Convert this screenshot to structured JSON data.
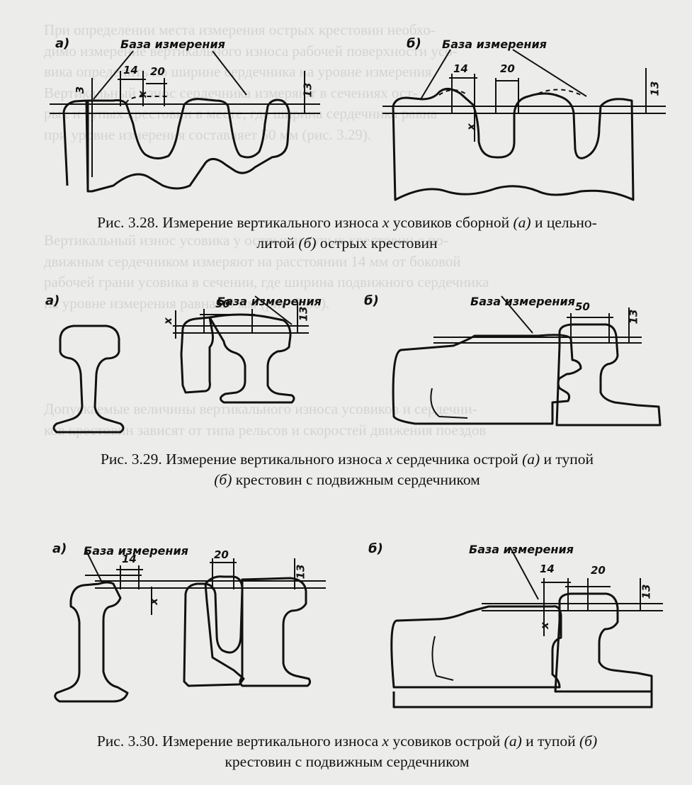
{
  "background_text": [
    "При определении места измерения острых крестовин необхо-",
    "димо измерение вертикального износа рабочей поверхности усо-",
    "вика определить по ширине сердечника на уровне измерения",
    "Вертикальный износ сердечника измеряют в сечениях ост-",
    "рых и тупых крестовин в месте, где ширина сердечника равна",
    "при уровне измерения составляет 50 мм (рис. 3.29).",
    "Вертикальный износ усовика у острых и тупых крестовин с по-",
    "движным сердечником измеряют на расстоянии 14 мм от боковой",
    "рабочей грани усовика в сечении, где ширина подвижного сердечника",
    "на уровне измерения равна 20 мм (рис. 3.30).",
    "Допускаемые величины вертикального износа усовиков и сердечни-",
    "ков крестовин зависят от типа рельсов и скоростей движения поездов"
  ],
  "figures": [
    {
      "panel_a": "а)",
      "panel_b": "б)",
      "base_a": "База измерения",
      "base_b": "База измерения",
      "dims_a": {
        "d1": "14",
        "d2": "20",
        "h": "3",
        "x": "x",
        "h2": "13"
      },
      "dims_b": {
        "d1": "14",
        "d2": "20",
        "x": "x",
        "h2": "13"
      },
      "caption_prefix": "Рис. 3.28. Измерение вертикального износа",
      "caption_x": "x",
      "caption_mid": "усовиков сборной",
      "caption_a": "(а)",
      "caption_and": "и цельно-",
      "caption_line2_pre": "литой",
      "caption_b": "(б)",
      "caption_line2_post": "острых крестовин"
    },
    {
      "panel_a": "а)",
      "panel_b": "б)",
      "base_a": "База измерения",
      "base_b": "База измерения",
      "dims_a": {
        "d1": "50",
        "x": "x",
        "h2": "13"
      },
      "dims_b": {
        "d1": "50",
        "h2": "13"
      },
      "caption_prefix": "Рис. 3.29. Измерение вертикального износа",
      "caption_x": "x",
      "caption_mid": "сердечника острой",
      "caption_a": "(а)",
      "caption_and": "и тупой",
      "caption_line2_pre": "",
      "caption_b": "(б)",
      "caption_line2_post": "крестовин с подвижным сердечником"
    },
    {
      "panel_a": "а)",
      "panel_b": "б)",
      "base_a": "База измерения",
      "base_b": "База измерения",
      "dims_a": {
        "d1": "14",
        "d2": "20",
        "x": "x",
        "h2": "13"
      },
      "dims_b": {
        "d1": "14",
        "d2": "20",
        "x": "x",
        "h2": "13"
      },
      "caption_prefix": "Рис. 3.30. Измерение вертикального износа",
      "caption_x": "x",
      "caption_mid": "усовиков острой",
      "caption_a": "(а)",
      "caption_and": "и тупой",
      "caption_b_inline": "(б)",
      "caption_line2_post": "крестовин с подвижным сердечником"
    }
  ]
}
